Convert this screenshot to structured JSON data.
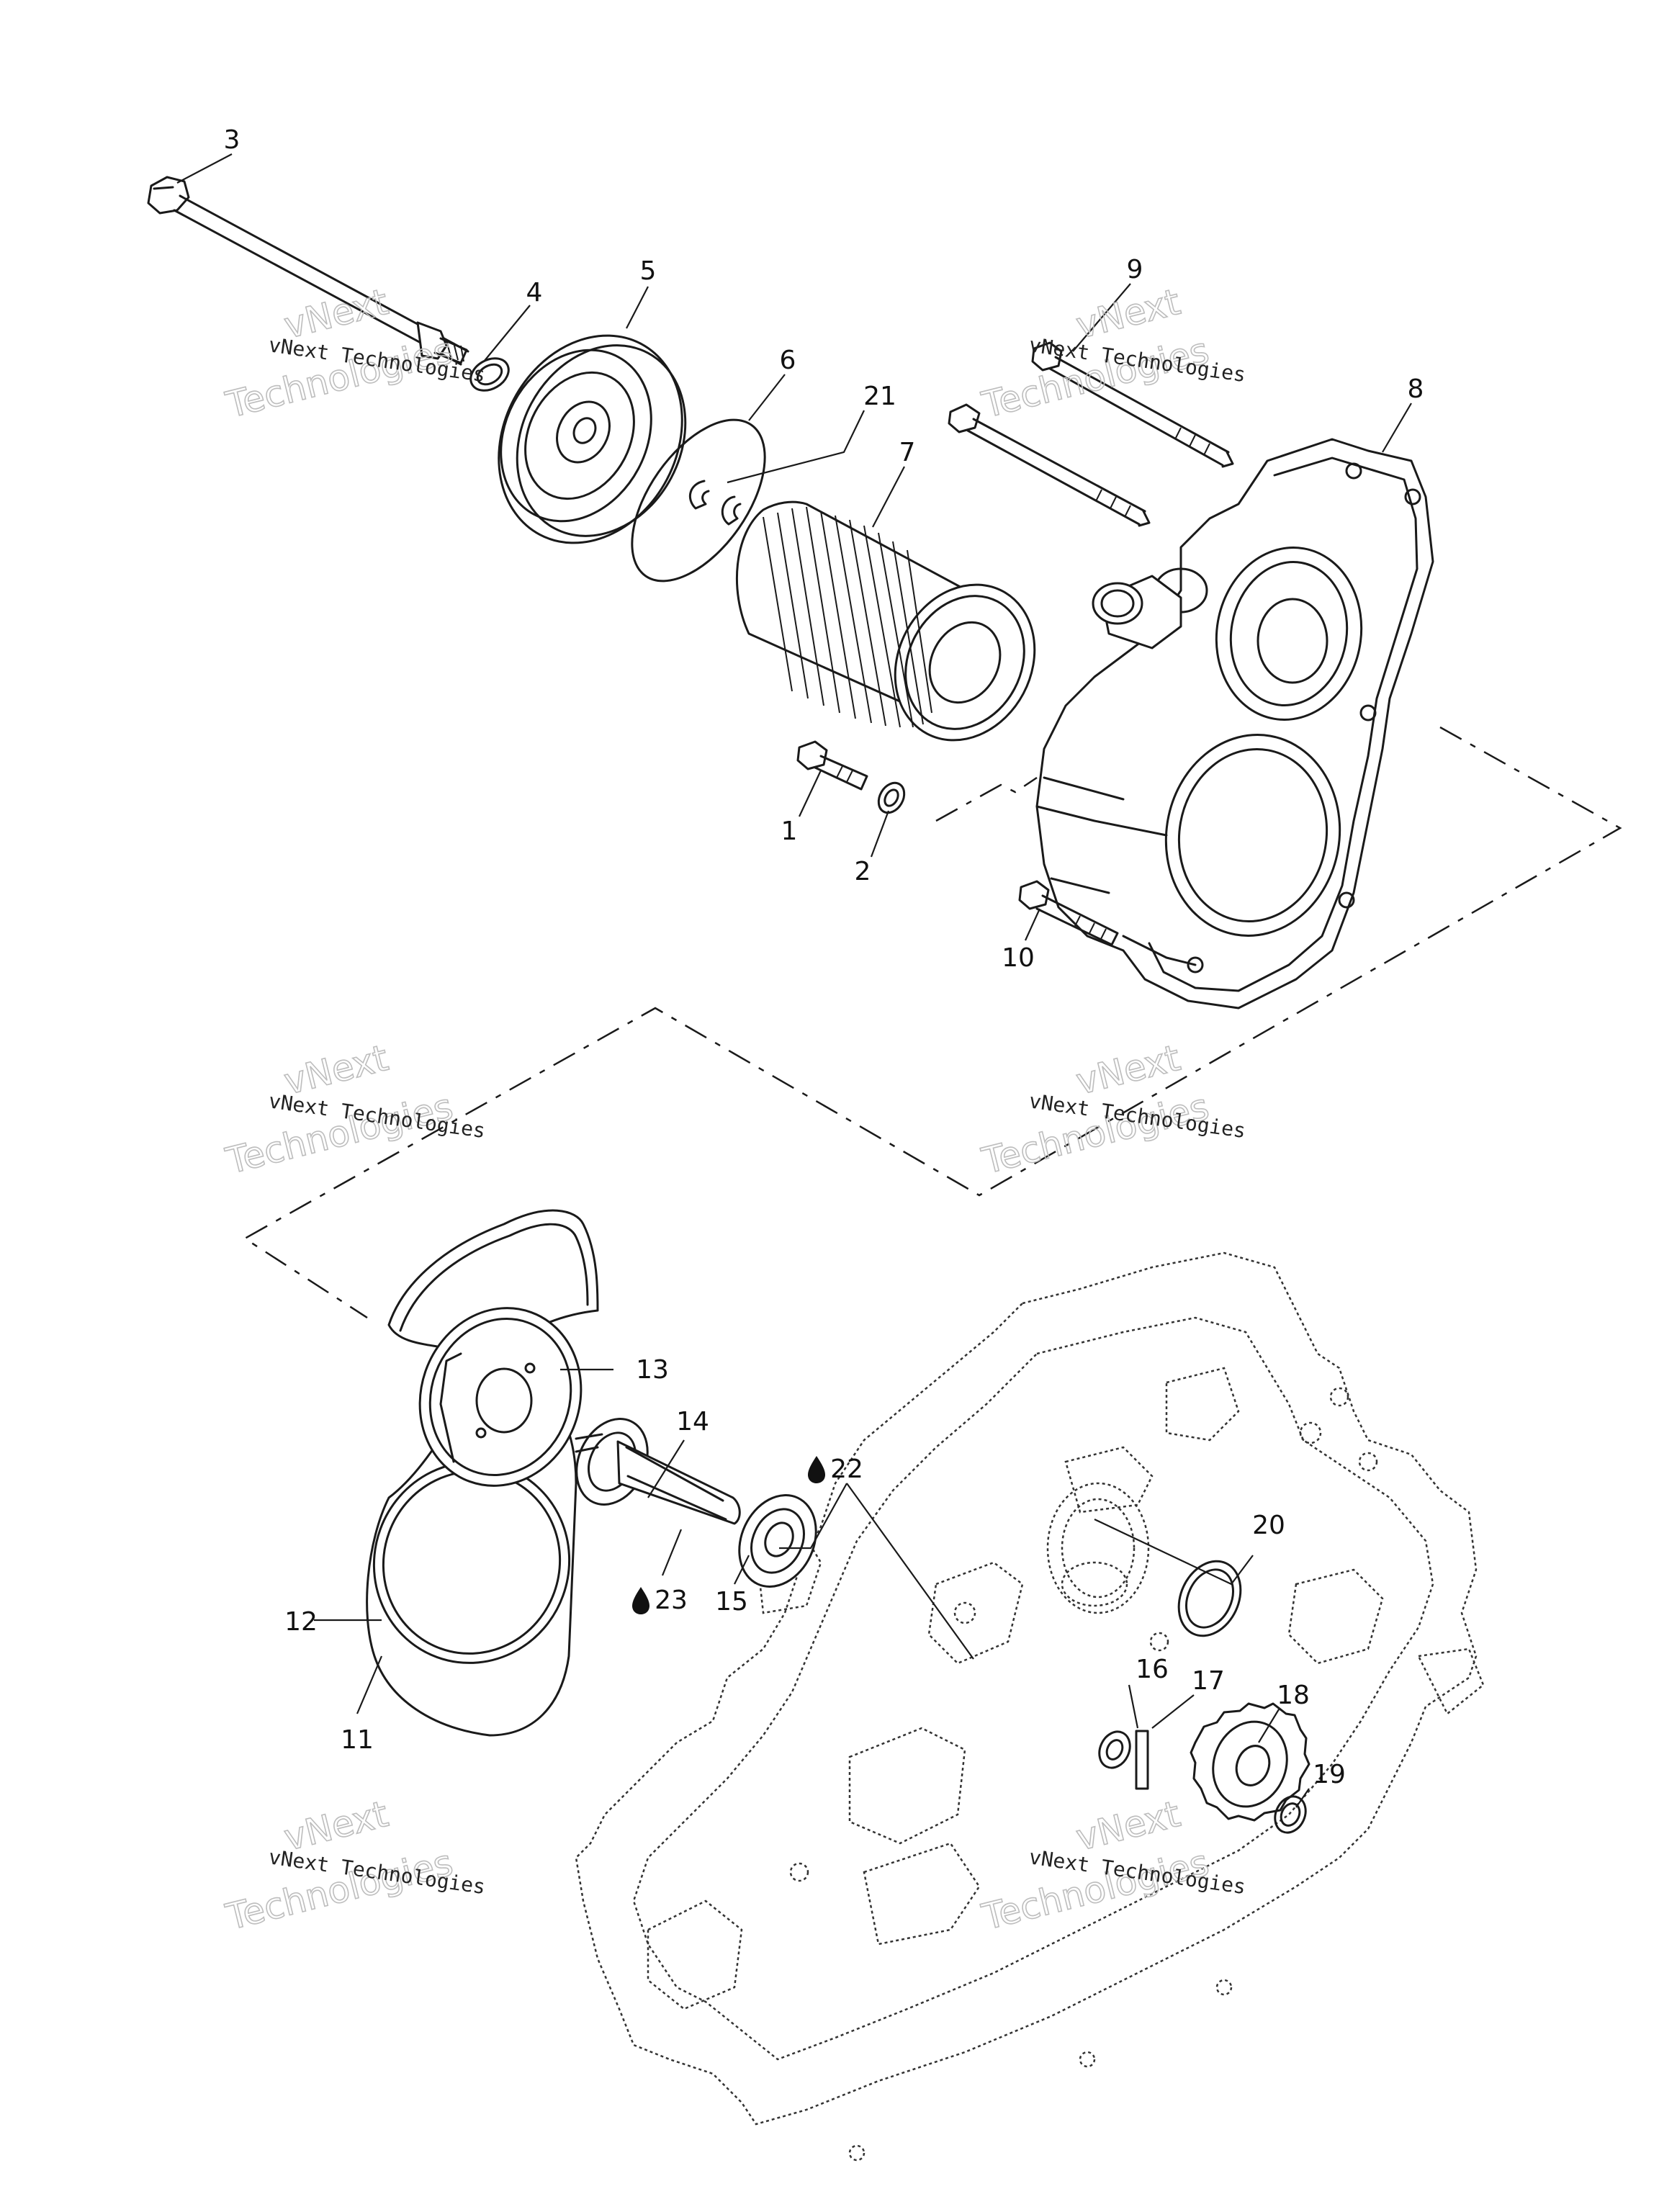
{
  "callouts": {
    "c1": "1",
    "c2": "2",
    "c3": "3",
    "c4": "4",
    "c5": "5",
    "c6": "6",
    "c7": "7",
    "c8": "8",
    "c9": "9",
    "c10": "10",
    "c11": "11",
    "c12": "12",
    "c13": "13",
    "c14": "14",
    "c15": "15",
    "c16": "16",
    "c17": "17",
    "c18": "18",
    "c19": "19",
    "c20": "20",
    "c21": "21",
    "c22": "22",
    "c23": "23"
  },
  "lubricant_icon": "oil-drop-icon",
  "watermark": {
    "line1": "vNext Technologies",
    "big1": "vNext",
    "big2": "Technologies"
  }
}
